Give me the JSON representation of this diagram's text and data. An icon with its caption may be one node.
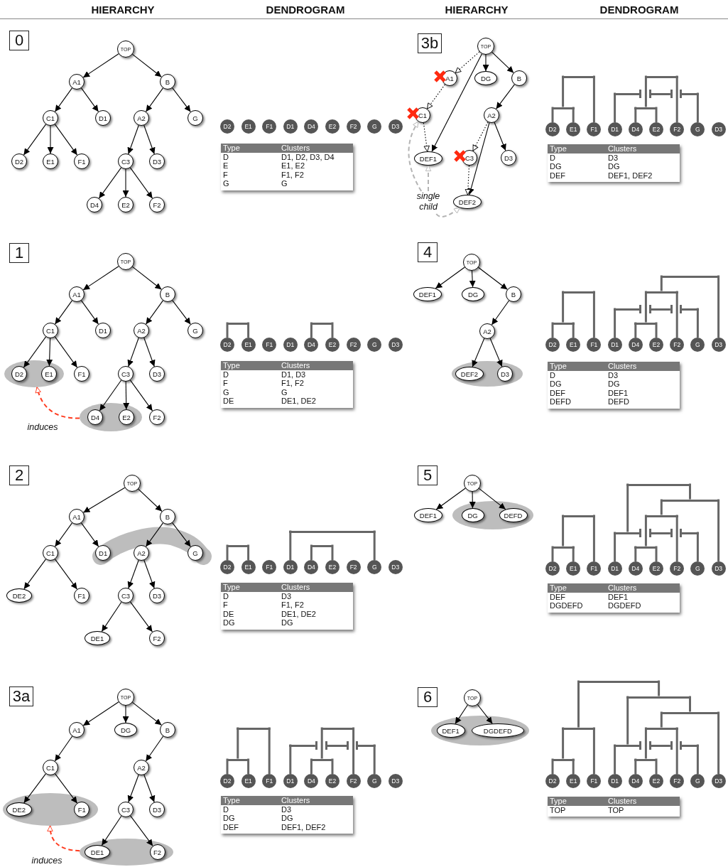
{
  "diagram": {
    "nodes": [
      {
        "text": [
          "0"
        ]
      },
      {
        "text": [
          "TOP"
        ]
      },
      {
        "text": [
          "A1"
        ]
      },
      {
        "text": [
          "B"
        ]
      },
      {
        "text": [
          "C1"
        ]
      },
      {
        "text": [
          "D1"
        ]
      },
      {
        "text": [
          "A2"
        ]
      },
      {
        "text": [
          "G"
        ]
      },
      {
        "text": [
          "D2"
        ]
      },
      {
        "text": [
          "E1"
        ]
      },
      {
        "text": [
          "F1"
        ]
      },
      {
        "text": [
          "C3"
        ]
      },
      {
        "text": [
          "D3"
        ]
      },
      {
        "text": [
          "D4"
        ]
      },
      {
        "text": [
          "E2"
        ]
      },
      {
        "text": [
          "F2"
        ]
      },
      {
        "text": [
          "D2"
        ]
      },
      {
        "text": [
          "E1"
        ]
      },
      {
        "text": [
          "F1"
        ]
      },
      {
        "text": [
          "D1"
        ]
      },
      {
        "text": [
          "D4"
        ]
      },
      {
        "text": [
          "E2"
        ]
      },
      {
        "text": [
          "F2"
        ]
      },
      {
        "text": [
          "G"
        ]
      },
      {
        "text": [
          "D3"
        ]
      },
      {
        "text": [
          "3b"
        ]
      },
      {
        "text": [
          "TOP"
        ]
      },
      {
        "text": [
          "A1"
        ]
      },
      {
        "text": [
          "DG"
        ]
      },
      {
        "text": [
          "B"
        ]
      },
      {
        "text": [
          "C1"
        ]
      },
      {
        "text": [
          "A2"
        ]
      },
      {
        "text": [
          "DEF1"
        ]
      },
      {
        "text": [
          "C3"
        ]
      },
      {
        "text": [
          "D3"
        ]
      },
      {
        "text": [
          "DEF2"
        ]
      },
      {
        "text": [
          "single child"
        ]
      },
      {
        "text": [
          "D2"
        ]
      },
      {
        "text": [
          "E1"
        ]
      },
      {
        "text": [
          "F1"
        ]
      },
      {
        "text": [
          "D1"
        ]
      },
      {
        "text": [
          "D4"
        ]
      },
      {
        "text": [
          "E2"
        ]
      },
      {
        "text": [
          "F2"
        ]
      },
      {
        "text": [
          "G"
        ]
      },
      {
        "text": [
          "D3"
        ]
      },
      {
        "text": [
          "1"
        ]
      },
      {
        "text": [
          "TOP"
        ]
      },
      {
        "text": [
          "A1"
        ]
      },
      {
        "text": [
          "B"
        ]
      },
      {
        "text": [
          "C1"
        ]
      },
      {
        "text": [
          "D1"
        ]
      },
      {
        "text": [
          "A2"
        ]
      },
      {
        "text": [
          "G"
        ]
      },
      {
        "text": [],
        "shape": "ellipse"
      },
      {
        "text": [
          "D2"
        ],
        "in": 54
      },
      {
        "text": [
          "E1"
        ],
        "in": 54
      },
      {
        "text": [
          "F1"
        ]
      },
      {
        "text": [
          "C3"
        ]
      },
      {
        "text": [
          "D3"
        ]
      },
      {
        "text": [],
        "shape": "ellipse"
      },
      {
        "text": [
          "D4"
        ],
        "in": 60
      },
      {
        "text": [
          "E2"
        ],
        "in": 60
      },
      {
        "text": [
          "F2"
        ]
      },
      {
        "text": [
          "D2"
        ]
      },
      {
        "text": [
          "E1"
        ]
      },
      {
        "text": [
          "F1"
        ]
      },
      {
        "text": [
          "D1"
        ]
      },
      {
        "text": [
          "D4"
        ]
      },
      {
        "text": [
          "E2"
        ]
      },
      {
        "text": [
          "F2"
        ]
      },
      {
        "text": [
          "G"
        ]
      },
      {
        "text": [
          "D3"
        ]
      },
      {
        "text": [
          "4"
        ]
      },
      {
        "text": [
          "TOP"
        ]
      },
      {
        "text": [
          "DEF1"
        ]
      },
      {
        "text": [
          "DG"
        ]
      },
      {
        "text": [
          "B"
        ]
      },
      {
        "text": [
          "A2"
        ]
      },
      {
        "text": [],
        "shape": "ellipse"
      },
      {
        "text": [
          "DEF2"
        ],
        "in": 79
      },
      {
        "text": [
          "D3"
        ],
        "in": 79
      },
      {
        "text": [
          "D2"
        ]
      },
      {
        "text": [
          "E1"
        ]
      },
      {
        "text": [
          "F1"
        ]
      },
      {
        "text": [
          "D1"
        ]
      },
      {
        "text": [
          "D4"
        ]
      },
      {
        "text": [
          "E2"
        ]
      },
      {
        "text": [
          "F2"
        ]
      },
      {
        "text": [
          "G"
        ]
      },
      {
        "text": [
          "D3"
        ]
      },
      {
        "text": [
          "2"
        ]
      },
      {
        "text": [
          "TOP"
        ]
      },
      {
        "text": [
          "A1"
        ]
      },
      {
        "text": [
          "B"
        ]
      },
      {
        "text": [
          "C1"
        ]
      },
      {
        "text": [],
        "shape": "band"
      },
      {
        "text": [
          "D1"
        ],
        "in": 96
      },
      {
        "text": [
          "A2"
        ],
        "in": 96
      },
      {
        "text": [
          "G"
        ],
        "in": 96
      },
      {
        "text": [
          "DE2"
        ]
      },
      {
        "text": [
          "F1"
        ]
      },
      {
        "text": [
          "C3"
        ]
      },
      {
        "text": [
          "D3"
        ]
      },
      {
        "text": [
          "DE1"
        ]
      },
      {
        "text": [
          "F2"
        ]
      },
      {
        "text": [
          "D2"
        ]
      },
      {
        "text": [
          "E1"
        ]
      },
      {
        "text": [
          "F1"
        ]
      },
      {
        "text": [
          "D1"
        ]
      },
      {
        "text": [
          "D4"
        ]
      },
      {
        "text": [
          "E2"
        ]
      },
      {
        "text": [
          "F2"
        ]
      },
      {
        "text": [
          "G"
        ]
      },
      {
        "text": [
          "D3"
        ]
      },
      {
        "text": [
          "5"
        ]
      },
      {
        "text": [
          "TOP"
        ]
      },
      {
        "text": [
          "DEF1"
        ]
      },
      {
        "text": [],
        "shape": "ellipse"
      },
      {
        "text": [
          "DG"
        ],
        "in": 118
      },
      {
        "text": [
          "DEFD"
        ],
        "in": 118
      },
      {
        "text": [
          "D2"
        ]
      },
      {
        "text": [
          "E1"
        ]
      },
      {
        "text": [
          "F1"
        ]
      },
      {
        "text": [
          "D1"
        ]
      },
      {
        "text": [
          "D4"
        ]
      },
      {
        "text": [
          "E2"
        ]
      },
      {
        "text": [
          "F2"
        ]
      },
      {
        "text": [
          "G"
        ]
      },
      {
        "text": [
          "D3"
        ]
      },
      {
        "text": [
          "3a"
        ]
      },
      {
        "text": [
          "TOP"
        ]
      },
      {
        "text": [
          "A1"
        ]
      },
      {
        "text": [
          "DG"
        ]
      },
      {
        "text": [
          "B"
        ]
      },
      {
        "text": [
          "C1"
        ]
      },
      {
        "text": [
          "A2"
        ]
      },
      {
        "text": [],
        "shape": "ellipse"
      },
      {
        "text": [
          "DE2"
        ],
        "in": 137
      },
      {
        "text": [
          "F1"
        ],
        "in": 137
      },
      {
        "text": [
          "C3"
        ]
      },
      {
        "text": [
          "D3"
        ]
      },
      {
        "text": [],
        "shape": "ellipse"
      },
      {
        "text": [
          "DE1"
        ],
        "in": 142
      },
      {
        "text": [
          "F2"
        ],
        "in": 142
      },
      {
        "text": [
          "D2"
        ]
      },
      {
        "text": [
          "E1"
        ]
      },
      {
        "text": [
          "F1"
        ]
      },
      {
        "text": [
          "D1"
        ]
      },
      {
        "text": [
          "D4"
        ]
      },
      {
        "text": [
          "E2"
        ]
      },
      {
        "text": [
          "F2"
        ]
      },
      {
        "text": [
          "G"
        ]
      },
      {
        "text": [
          "D3"
        ]
      },
      {
        "text": [
          "6"
        ]
      },
      {
        "text": [
          "TOP"
        ]
      },
      {
        "text": [],
        "shape": "ellipse"
      },
      {
        "text": [
          "DEF1"
        ],
        "in": 156
      },
      {
        "text": [
          "DGDEFD"
        ],
        "in": 156
      },
      {
        "text": [
          "D2"
        ]
      },
      {
        "text": [
          "E1"
        ]
      },
      {
        "text": [
          "F1"
        ]
      },
      {
        "text": [
          "D1"
        ]
      },
      {
        "text": [
          "D4"
        ]
      },
      {
        "text": [
          "E2"
        ]
      },
      {
        "text": [
          "F2"
        ]
      },
      {
        "text": [
          "G"
        ]
      },
      {
        "text": [
          "D3"
        ]
      },
      {
        "text": [],
        "shape": "bar"
      },
      {
        "text": [],
        "shape": "bar"
      },
      {
        "text": [],
        "shape": "bar"
      },
      {
        "text": [],
        "shape": "bar"
      },
      {
        "text": [],
        "shape": "bar"
      },
      {
        "text": [],
        "shape": "bar"
      },
      {
        "text": [],
        "shape": "bar"
      },
      {
        "text": [],
        "shape": "bar"
      },
      {
        "text": [],
        "shape": "bar"
      },
      {
        "text": [],
        "shape": "bar"
      },
      {
        "text": [],
        "shape": "bar"
      },
      {
        "text": [],
        "shape": "bar"
      },
      {
        "text": [],
        "shape": "bar"
      },
      {
        "text": [],
        "shape": "bar"
      },
      {
        "text": [],
        "shape": "bar"
      },
      {
        "text": [],
        "shape": "bar"
      },
      {
        "text": [],
        "shape": "bar"
      },
      {
        "text": [],
        "shape": "bar"
      },
      {
        "text": [],
        "shape": "bar"
      },
      {
        "text": [],
        "shape": "bar"
      },
      {
        "text": [],
        "shape": "bar"
      },
      {
        "text": [],
        "shape": "bar"
      },
      {
        "text": [],
        "shape": "bar"
      },
      {
        "text": [],
        "shape": "bar"
      },
      {
        "text": [],
        "shape": "bar"
      },
      {
        "text": [],
        "shape": "bar"
      },
      {
        "text": [],
        "shape": "bar"
      },
      {
        "text": [],
        "shape": "bar"
      },
      {
        "text": [],
        "shape": "bar"
      },
      {
        "text": [],
        "shape": "bar"
      },
      {
        "text": [],
        "shape": "bar"
      },
      {
        "text": [],
        "shape": "bar"
      },
      {
        "text": [],
        "shape": "bar"
      },
      {
        "text": [],
        "shape": "bar"
      },
      {
        "text": [],
        "shape": "bar"
      },
      {
        "text": [],
        "shape": "bar"
      },
      {
        "text": [],
        "shape": "bar"
      },
      {
        "text": [],
        "shape": "bar"
      },
      {
        "text": [],
        "shape": "bar"
      },
      {
        "text": [],
        "shape": "bar"
      },
      {
        "text": [],
        "shape": "bar"
      },
      {
        "text": [],
        "shape": "bar"
      },
      {
        "text": [],
        "shape": "bar"
      },
      {
        "text": [],
        "shape": "bar"
      },
      {
        "text": [],
        "shape": "bar"
      },
      {
        "text": [],
        "shape": "bar"
      }
    ],
    "edges": [
      {
        "from": 1,
        "to": 2,
        "arrow": "to"
      },
      {
        "from": 1,
        "to": 3,
        "arrow": "to"
      },
      {
        "from": 2,
        "to": 4,
        "arrow": "to"
      },
      {
        "from": 2,
        "to": 5,
        "arrow": "to"
      },
      {
        "from": 3,
        "to": 6,
        "arrow": "to"
      },
      {
        "from": 3,
        "to": 7,
        "arrow": "to"
      },
      {
        "from": 4,
        "to": 8,
        "arrow": "to"
      },
      {
        "from": 4,
        "to": 9,
        "arrow": "to"
      },
      {
        "from": 4,
        "to": 10,
        "arrow": "to"
      },
      {
        "from": 6,
        "to": 11,
        "arrow": "to"
      },
      {
        "from": 6,
        "to": 12,
        "arrow": "to"
      },
      {
        "from": 11,
        "to": 13,
        "arrow": "to"
      },
      {
        "from": 11,
        "to": 14,
        "arrow": "to"
      },
      {
        "from": 11,
        "to": 15,
        "arrow": "to"
      },
      {
        "from": 26,
        "to": 27,
        "arrow": "to",
        "style": "dashed"
      },
      {
        "from": 26,
        "to": 28,
        "arrow": "to"
      },
      {
        "from": 26,
        "to": 29,
        "arrow": "to"
      },
      {
        "from": 26,
        "to": 32,
        "arrow": "to"
      },
      {
        "from": 27,
        "to": 30,
        "arrow": "to",
        "style": "dashed"
      },
      {
        "from": 29,
        "to": 31,
        "arrow": "to"
      },
      {
        "from": 30,
        "to": 32,
        "arrow": "to",
        "style": "dashed"
      },
      {
        "from": 31,
        "to": 33,
        "arrow": "to",
        "style": "dashed"
      },
      {
        "from": 31,
        "to": 34,
        "arrow": "to"
      },
      {
        "from": 31,
        "to": 35,
        "arrow": "to"
      },
      {
        "from": 33,
        "to": 35,
        "arrow": "to",
        "style": "dashed"
      },
      {
        "from": 36,
        "to": 30,
        "arrow": "to",
        "style": "dashed",
        "color": "#b4b4b4"
      },
      {
        "from": 36,
        "to": 32,
        "arrow": "to",
        "style": "dashed",
        "color": "#b4b4b4"
      },
      {
        "from": 36,
        "to": 35,
        "arrow": "to",
        "style": "dashed",
        "color": "#b4b4b4"
      },
      {
        "from": 47,
        "to": 48,
        "arrow": "to"
      },
      {
        "from": 47,
        "to": 49,
        "arrow": "to"
      },
      {
        "from": 48,
        "to": 50,
        "arrow": "to"
      },
      {
        "from": 48,
        "to": 51,
        "arrow": "to"
      },
      {
        "from": 49,
        "to": 52,
        "arrow": "to"
      },
      {
        "from": 49,
        "to": 53,
        "arrow": "to"
      },
      {
        "from": 50,
        "to": 55,
        "arrow": "to"
      },
      {
        "from": 50,
        "to": 56,
        "arrow": "to"
      },
      {
        "from": 50,
        "to": 57,
        "arrow": "to"
      },
      {
        "from": 52,
        "to": 58,
        "arrow": "to"
      },
      {
        "from": 52,
        "to": 59,
        "arrow": "to"
      },
      {
        "from": 58,
        "to": 61,
        "arrow": "to"
      },
      {
        "from": 58,
        "to": 62,
        "arrow": "to"
      },
      {
        "from": 58,
        "to": 63,
        "arrow": "to"
      },
      {
        "from": 60,
        "to": 54,
        "arrow": "to",
        "label": "induces",
        "style": "dashed",
        "color": "#ff3b1f"
      },
      {
        "from": 74,
        "to": 75,
        "arrow": "to"
      },
      {
        "from": 74,
        "to": 76,
        "arrow": "to"
      },
      {
        "from": 74,
        "to": 77,
        "arrow": "to"
      },
      {
        "from": 77,
        "to": 78,
        "arrow": "to"
      },
      {
        "from": 78,
        "to": 80,
        "arrow": "to"
      },
      {
        "from": 78,
        "to": 81,
        "arrow": "to"
      },
      {
        "from": 92,
        "to": 93,
        "arrow": "to"
      },
      {
        "from": 92,
        "to": 94,
        "arrow": "to"
      },
      {
        "from": 93,
        "to": 95,
        "arrow": "to"
      },
      {
        "from": 93,
        "to": 97,
        "arrow": "to"
      },
      {
        "from": 94,
        "to": 98,
        "arrow": "to"
      },
      {
        "from": 94,
        "to": 99,
        "arrow": "to"
      },
      {
        "from": 95,
        "to": 100,
        "arrow": "to"
      },
      {
        "from": 95,
        "to": 101,
        "arrow": "to"
      },
      {
        "from": 98,
        "to": 102,
        "arrow": "to"
      },
      {
        "from": 98,
        "to": 103,
        "arrow": "to"
      },
      {
        "from": 102,
        "to": 104,
        "arrow": "to"
      },
      {
        "from": 102,
        "to": 105,
        "arrow": "to"
      },
      {
        "from": 116,
        "to": 117,
        "arrow": "to"
      },
      {
        "from": 116,
        "to": 119,
        "arrow": "to"
      },
      {
        "from": 116,
        "to": 120,
        "arrow": "to"
      },
      {
        "from": 131,
        "to": 132,
        "arrow": "to"
      },
      {
        "from": 131,
        "to": 133,
        "arrow": "to"
      },
      {
        "from": 131,
        "to": 134,
        "arrow": "to"
      },
      {
        "from": 132,
        "to": 135,
        "arrow": "to"
      },
      {
        "from": 134,
        "to": 136,
        "arrow": "to"
      },
      {
        "from": 135,
        "to": 138,
        "arrow": "to"
      },
      {
        "from": 135,
        "to": 139,
        "arrow": "to"
      },
      {
        "from": 136,
        "to": 140,
        "arrow": "to"
      },
      {
        "from": 136,
        "to": 141,
        "arrow": "to"
      },
      {
        "from": 140,
        "to": 143,
        "arrow": "to"
      },
      {
        "from": 140,
        "to": 144,
        "arrow": "to"
      },
      {
        "from": 142,
        "to": 137,
        "arrow": "to",
        "label": "induces",
        "style": "dashed",
        "color": "#ff3b1f"
      },
      {
        "from": 155,
        "to": 157,
        "arrow": "to"
      },
      {
        "from": 155,
        "to": 158,
        "arrow": "to"
      },
      {
        "from": 168,
        "to": 173,
        "arrow": "none",
        "color": "#666666"
      },
      {
        "from": 168,
        "to": 39,
        "arrow": "none",
        "color": "#666666"
      },
      {
        "from": 169,
        "to": 174,
        "arrow": "none",
        "color": "#666666"
      },
      {
        "from": 169,
        "to": 43,
        "arrow": "none",
        "color": "#666666"
      },
      {
        "from": 170,
        "to": 40,
        "arrow": "none",
        "color": "#666666"
      },
      {
        "from": 172,
        "to": 44,
        "arrow": "none",
        "color": "#666666"
      },
      {
        "from": 173,
        "to": 37,
        "arrow": "none",
        "color": "#666666"
      },
      {
        "from": 173,
        "to": 38,
        "arrow": "none",
        "color": "#666666"
      },
      {
        "from": 174,
        "to": 41,
        "arrow": "none",
        "color": "#666666"
      },
      {
        "from": 174,
        "to": 42,
        "arrow": "none",
        "color": "#666666"
      },
      {
        "from": 175,
        "to": 64,
        "arrow": "none",
        "color": "#666666"
      },
      {
        "from": 175,
        "to": 65,
        "arrow": "none",
        "color": "#666666"
      },
      {
        "from": 176,
        "to": 68,
        "arrow": "none",
        "color": "#666666"
      },
      {
        "from": 176,
        "to": 69,
        "arrow": "none",
        "color": "#666666"
      },
      {
        "from": 177,
        "to": 179,
        "arrow": "none",
        "color": "#666666"
      },
      {
        "from": 177,
        "to": 90,
        "arrow": "none",
        "color": "#666666"
      },
      {
        "from": 178,
        "to": 183,
        "arrow": "none",
        "color": "#666666"
      },
      {
        "from": 178,
        "to": 84,
        "arrow": "none",
        "color": "#666666"
      },
      {
        "from": 179,
        "to": 184,
        "arrow": "none",
        "color": "#666666"
      },
      {
        "from": 179,
        "to": 88,
        "arrow": "none",
        "color": "#666666"
      },
      {
        "from": 180,
        "to": 85,
        "arrow": "none",
        "color": "#666666"
      },
      {
        "from": 182,
        "to": 89,
        "arrow": "none",
        "color": "#666666"
      },
      {
        "from": 183,
        "to": 82,
        "arrow": "none",
        "color": "#666666"
      },
      {
        "from": 183,
        "to": 83,
        "arrow": "none",
        "color": "#666666"
      },
      {
        "from": 184,
        "to": 86,
        "arrow": "none",
        "color": "#666666"
      },
      {
        "from": 184,
        "to": 87,
        "arrow": "none",
        "color": "#666666"
      },
      {
        "from": 185,
        "to": 109,
        "arrow": "none",
        "color": "#666666"
      },
      {
        "from": 185,
        "to": 113,
        "arrow": "none",
        "color": "#666666"
      },
      {
        "from": 186,
        "to": 106,
        "arrow": "none",
        "color": "#666666"
      },
      {
        "from": 186,
        "to": 107,
        "arrow": "none",
        "color": "#666666"
      },
      {
        "from": 187,
        "to": 110,
        "arrow": "none",
        "color": "#666666"
      },
      {
        "from": 187,
        "to": 111,
        "arrow": "none",
        "color": "#666666"
      },
      {
        "from": 188,
        "to": 192,
        "arrow": "none",
        "color": "#666666"
      },
      {
        "from": 188,
        "to": 189,
        "arrow": "none",
        "color": "#666666"
      },
      {
        "from": 189,
        "to": 191,
        "arrow": "none",
        "color": "#666666"
      },
      {
        "from": 189,
        "to": 129,
        "arrow": "none",
        "color": "#666666"
      },
      {
        "from": 190,
        "to": 195,
        "arrow": "none",
        "color": "#666666"
      },
      {
        "from": 190,
        "to": 123,
        "arrow": "none",
        "color": "#666666"
      },
      {
        "from": 191,
        "to": 196,
        "arrow": "none",
        "color": "#666666"
      },
      {
        "from": 191,
        "to": 127,
        "arrow": "none",
        "color": "#666666"
      },
      {
        "from": 192,
        "to": 124,
        "arrow": "none",
        "color": "#666666"
      },
      {
        "from": 194,
        "to": 128,
        "arrow": "none",
        "color": "#666666"
      },
      {
        "from": 195,
        "to": 121,
        "arrow": "none",
        "color": "#666666"
      },
      {
        "from": 195,
        "to": 122,
        "arrow": "none",
        "color": "#666666"
      },
      {
        "from": 196,
        "to": 125,
        "arrow": "none",
        "color": "#666666"
      },
      {
        "from": 196,
        "to": 126,
        "arrow": "none",
        "color": "#666666"
      },
      {
        "from": 197,
        "to": 202,
        "arrow": "none",
        "color": "#666666"
      },
      {
        "from": 197,
        "to": 147,
        "arrow": "none",
        "color": "#666666"
      },
      {
        "from": 198,
        "to": 203,
        "arrow": "none",
        "color": "#666666"
      },
      {
        "from": 198,
        "to": 151,
        "arrow": "none",
        "color": "#666666"
      },
      {
        "from": 199,
        "to": 148,
        "arrow": "none",
        "color": "#666666"
      },
      {
        "from": 201,
        "to": 152,
        "arrow": "none",
        "color": "#666666"
      },
      {
        "from": 202,
        "to": 145,
        "arrow": "none",
        "color": "#666666"
      },
      {
        "from": 202,
        "to": 146,
        "arrow": "none",
        "color": "#666666"
      },
      {
        "from": 203,
        "to": 149,
        "arrow": "none",
        "color": "#666666"
      },
      {
        "from": 203,
        "to": 150,
        "arrow": "none",
        "color": "#666666"
      },
      {
        "from": 204,
        "to": 207,
        "arrow": "none",
        "color": "#666666"
      },
      {
        "from": 204,
        "to": 205,
        "arrow": "none",
        "color": "#666666"
      },
      {
        "from": 205,
        "to": 209,
        "arrow": "none",
        "color": "#666666"
      },
      {
        "from": 205,
        "to": 206,
        "arrow": "none",
        "color": "#666666"
      },
      {
        "from": 206,
        "to": 208,
        "arrow": "none",
        "color": "#666666"
      },
      {
        "from": 206,
        "to": 167,
        "arrow": "none",
        "color": "#666666"
      },
      {
        "from": 207,
        "to": 212,
        "arrow": "none",
        "color": "#666666"
      },
      {
        "from": 207,
        "to": 161,
        "arrow": "none",
        "color": "#666666"
      },
      {
        "from": 208,
        "to": 213,
        "arrow": "none",
        "color": "#666666"
      },
      {
        "from": 208,
        "to": 165,
        "arrow": "none",
        "color": "#666666"
      },
      {
        "from": 209,
        "to": 162,
        "arrow": "none",
        "color": "#666666"
      },
      {
        "from": 211,
        "to": 166,
        "arrow": "none",
        "color": "#666666"
      },
      {
        "from": 212,
        "to": 159,
        "arrow": "none",
        "color": "#666666"
      },
      {
        "from": 212,
        "to": 160,
        "arrow": "none",
        "color": "#666666"
      },
      {
        "from": 213,
        "to": 163,
        "arrow": "none",
        "color": "#666666"
      },
      {
        "from": 213,
        "to": 164,
        "arrow": "none",
        "color": "#666666"
      }
    ],
    "labels": [
      "HIERARCHY",
      "DENDROGRAM",
      "HIERARCHY",
      "DENDROGRAM",
      "Type",
      "Clusters",
      "D",
      "D1, D2, D3, D4",
      "E",
      "E1, E2",
      "F",
      "F1, F2",
      "G",
      "G",
      "Type",
      "Clusters",
      "D",
      "D3",
      "DG",
      "DG",
      "DEF",
      "DEF1, DEF2",
      "Type",
      "Clusters",
      "D",
      "D1, D3",
      "F",
      "F1, F2",
      "G",
      "G",
      "DE",
      "DE1, DE2",
      "Type",
      "Clusters",
      "D",
      "D3",
      "DG",
      "DG",
      "DEF",
      "DEF1",
      "DEFD",
      "DEFD",
      "Type",
      "Clusters",
      "D",
      "D3",
      "F",
      "F1, F2",
      "DE",
      "DE1, DE2",
      "DG",
      "DG",
      "Type",
      "Clusters",
      "DEF",
      "DEF1",
      "DGDEFD",
      "DGDEFD",
      "Type",
      "Clusters",
      "D",
      "D3",
      "DG",
      "DG",
      "DEF",
      "DEF1, DEF2",
      "Type",
      "Clusters",
      "TOP",
      "TOP"
    ]
  }
}
